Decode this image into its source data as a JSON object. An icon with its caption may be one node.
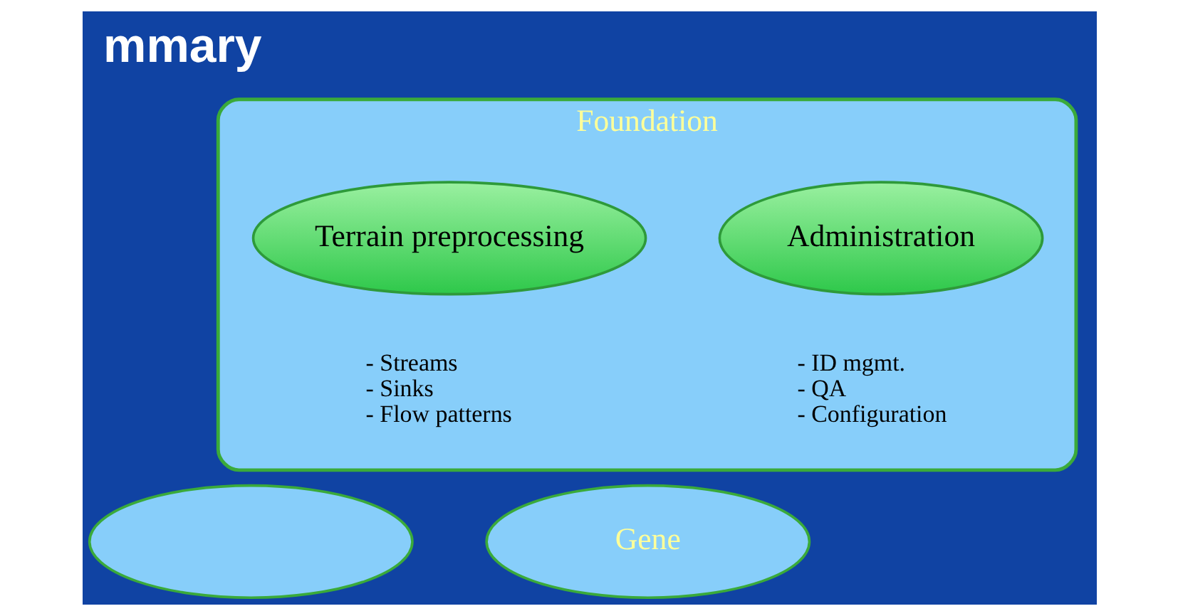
{
  "diagram": {
    "title": "mmary",
    "nodes": [
      {
        "text": [
          "Foundation"
        ]
      },
      {
        "text": [
          "Administration"
        ],
        "in": 0,
        "beside": [
          "- ID mgmt.",
          "- QA",
          "- Configuration"
        ]
      },
      {
        "text": [
          "Terrain preprocessing"
        ],
        "in": 0,
        "beside": [
          "- Streams",
          "- Sinks",
          "- Flow patterns"
        ]
      },
      {
        "text": [],
        "shape": "ellipse"
      },
      {
        "text": [
          "Gene"
        ]
      }
    ],
    "edges": []
  }
}
